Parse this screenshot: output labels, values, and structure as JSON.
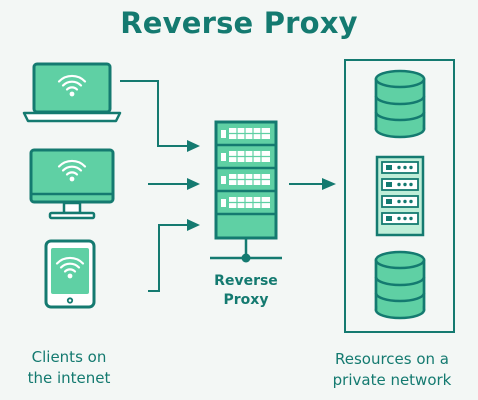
{
  "title": "Reverse Proxy",
  "proxy_label": {
    "line1": "Reverse",
    "line2": "Proxy"
  },
  "clients_label": {
    "line1": "Clients on",
    "line2": "the intenet"
  },
  "resources_label": {
    "line1": "Resources on a",
    "line2": "private network"
  },
  "colors": {
    "background": "#f3f7f5",
    "dark_teal": "#147a70",
    "accent_green": "#5fd0a4",
    "light_green": "#bfeed8",
    "white": "#ffffff"
  },
  "icons": [
    "laptop-icon",
    "desktop-monitor-icon",
    "tablet-icon",
    "reverse-proxy-server-icon",
    "database-icon",
    "server-rack-icon",
    "wifi-icon"
  ]
}
